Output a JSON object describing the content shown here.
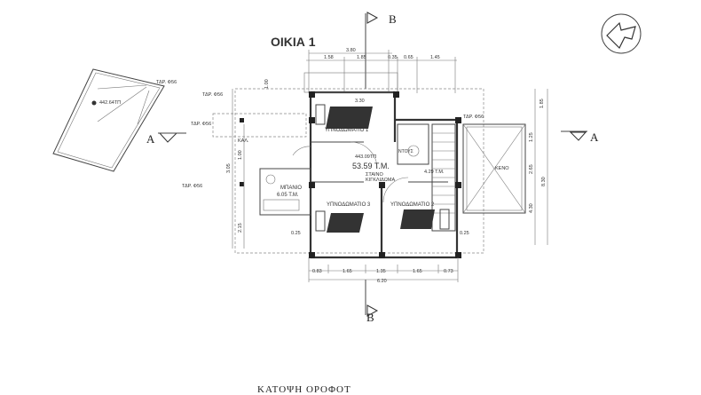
{
  "title": "ΟΙΚΙΑ 1",
  "caption": "ΚΑΤΟΨΗ ΟΡΟΦΟΤ",
  "section_markers": {
    "b_top": "B",
    "b_bottom": "B",
    "a_left": "A",
    "a_right": "A"
  },
  "plot": {
    "corner_label": "ΤΔΡ. Φ56",
    "elevation": "442.64ΤΠ"
  },
  "column_labels": [
    "ΤΔΡ. Φ56",
    "ΤΔΡ. Φ56",
    "ΤΔΡ. Φ56",
    "ΤΔΡ. Φ56"
  ],
  "rooms": {
    "bedroom1": "ΥΠΝΟΔΩΜΑΤΙΟ 1",
    "bedroom2": "ΥΠΝΟΔΩΜΑΤΙΟ 2",
    "bedroom3": "ΥΠΝΟΔΩΜΑΤΙΟ 3",
    "shower": "ΝΤΟΥΣ",
    "shower_area": "4.29 Τ.Μ.",
    "bath": "ΜΠΑΝΙΟ",
    "bath_area": "6.05 Τ.Μ.",
    "hall_elevation": "443.09ΤΠ",
    "total_area": "53.59 Τ.Μ.",
    "railing_line1": "ΣΤΑΙΝΟ",
    "railing_line2": "ΚΙΓΚΛΙΔΩΜΑ",
    "void": "ΚΕΝΟ",
    "planter": "ΚΑΛ."
  },
  "dimensions": {
    "top_total": "3.80",
    "top": [
      "1.58",
      "1.85",
      "0.35",
      "0.65",
      "1.45"
    ],
    "room_width": "3.30",
    "bottom": [
      "0.83",
      "1.65",
      "1.35",
      "1.65",
      "0.73"
    ],
    "bottom_total": "6.20",
    "offset_left": "0.25",
    "offset_right": "0.25",
    "right": [
      "1.85",
      "1.25",
      "2.65",
      "4.30",
      "8.30"
    ],
    "left": [
      "1.00",
      "3.05",
      "1.00",
      "2.15"
    ]
  }
}
